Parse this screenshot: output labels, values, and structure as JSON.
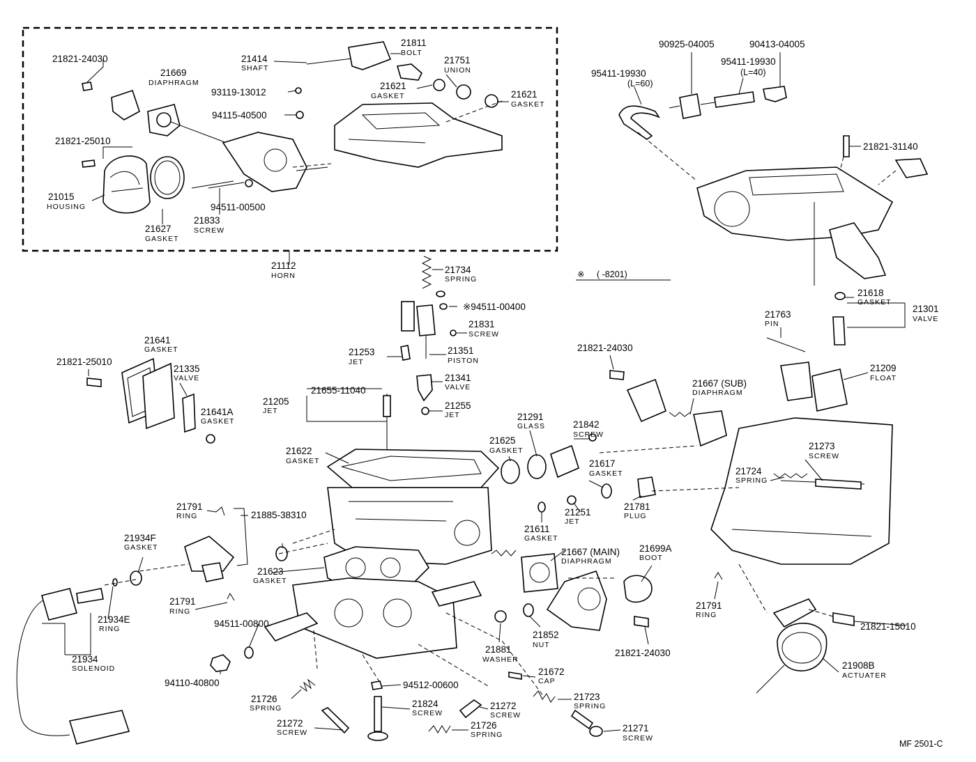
{
  "figure_code": "MF 2501-C",
  "note": {
    "symbol": "※",
    "text": "(      -8201)"
  },
  "callouts": [
    {
      "id": "c1",
      "number": "21821-24030",
      "name": ""
    },
    {
      "id": "c2",
      "number": "21669",
      "name": "DIAPHRAGM"
    },
    {
      "id": "c3",
      "number": "21414",
      "name": "SHAFT"
    },
    {
      "id": "c4",
      "number": "21811",
      "name": "BOLT"
    },
    {
      "id": "c5",
      "number": "21751",
      "name": "UNION"
    },
    {
      "id": "c6",
      "number": "93119-13012",
      "name": ""
    },
    {
      "id": "c7",
      "number": "21621",
      "name": "GASKET"
    },
    {
      "id": "c8",
      "number": "21621",
      "name": "GASKET"
    },
    {
      "id": "c9",
      "number": "94115-40500",
      "name": ""
    },
    {
      "id": "c10",
      "number": "21821-25010",
      "name": ""
    },
    {
      "id": "c11",
      "number": "21015",
      "name": "HOUSING"
    },
    {
      "id": "c12",
      "number": "94511-00500",
      "name": ""
    },
    {
      "id": "c13",
      "number": "21627",
      "name": "GASKET"
    },
    {
      "id": "c14",
      "number": "21833",
      "name": "SCREW"
    },
    {
      "id": "c15",
      "number": "21112",
      "name": "HORN"
    },
    {
      "id": "c16",
      "number": "90925-04005",
      "name": ""
    },
    {
      "id": "c17",
      "number": "90413-04005",
      "name": ""
    },
    {
      "id": "c18",
      "number": "95411-19930",
      "name": "(L=60)"
    },
    {
      "id": "c19",
      "number": "95411-19930",
      "name": "(L=40)"
    },
    {
      "id": "c20",
      "number": "21821-31140",
      "name": ""
    },
    {
      "id": "c21",
      "number": "21734",
      "name": "SPRING"
    },
    {
      "id": "c22",
      "number": "※94511-00400",
      "name": ""
    },
    {
      "id": "c23",
      "number": "21831",
      "name": "SCREW"
    },
    {
      "id": "c24",
      "number": "21253",
      "name": "JET"
    },
    {
      "id": "c25",
      "number": "21351",
      "name": "PISTON"
    },
    {
      "id": "c26",
      "number": "21341",
      "name": "VALVE"
    },
    {
      "id": "c27",
      "number": "21255",
      "name": "JET"
    },
    {
      "id": "c28",
      "number": "21641",
      "name": "GASKET"
    },
    {
      "id": "c29",
      "number": "21821-25010",
      "name": ""
    },
    {
      "id": "c30",
      "number": "21335",
      "name": "VALVE"
    },
    {
      "id": "c31",
      "number": "21641A",
      "name": "GASKET"
    },
    {
      "id": "c32",
      "number": "21205",
      "name": "JET"
    },
    {
      "id": "c33",
      "number": "21655-11040",
      "name": ""
    },
    {
      "id": "c34",
      "number": "21622",
      "name": "GASKET"
    },
    {
      "id": "c35",
      "number": "21618",
      "name": "GASKET"
    },
    {
      "id": "c36",
      "number": "21301",
      "name": "VALVE"
    },
    {
      "id": "c37",
      "number": "21763",
      "name": "PIN"
    },
    {
      "id": "c38",
      "number": "21821-24030",
      "name": ""
    },
    {
      "id": "c39",
      "number": "21209",
      "name": "FLOAT"
    },
    {
      "id": "c40",
      "number": "21667 (SUB)",
      "name": "DIAPHRAGM"
    },
    {
      "id": "c41",
      "number": "21291",
      "name": "GLASS"
    },
    {
      "id": "c42",
      "number": "21842",
      "name": "SCREW"
    },
    {
      "id": "c43",
      "number": "21625",
      "name": "GASKET"
    },
    {
      "id": "c44",
      "number": "21617",
      "name": "GASKET"
    },
    {
      "id": "c45",
      "number": "21273",
      "name": "SCREW"
    },
    {
      "id": "c46",
      "number": "21724",
      "name": "SPRING"
    },
    {
      "id": "c47",
      "number": "21781",
      "name": "PLUG"
    },
    {
      "id": "c48",
      "number": "21251",
      "name": "JET"
    },
    {
      "id": "c49",
      "number": "21611",
      "name": "GASKET"
    },
    {
      "id": "c50",
      "number": "21791",
      "name": "RING"
    },
    {
      "id": "c51",
      "number": "21885-38310",
      "name": ""
    },
    {
      "id": "c52",
      "number": "21934F",
      "name": "GASKET"
    },
    {
      "id": "c53",
      "number": "21667 (MAIN)",
      "name": "DIAPHRAGM"
    },
    {
      "id": "c54",
      "number": "21699A",
      "name": "BOOT"
    },
    {
      "id": "c55",
      "number": "21623",
      "name": "GASKET"
    },
    {
      "id": "c56",
      "number": "21791",
      "name": "RING"
    },
    {
      "id": "c57",
      "number": "21791",
      "name": "RING"
    },
    {
      "id": "c58",
      "number": "94511-00800",
      "name": ""
    },
    {
      "id": "c59",
      "number": "21934E",
      "name": "RING"
    },
    {
      "id": "c60",
      "number": "21934",
      "name": "SOLENOID"
    },
    {
      "id": "c61",
      "number": "21852",
      "name": "NUT"
    },
    {
      "id": "c62",
      "number": "21881",
      "name": "WASHER"
    },
    {
      "id": "c63",
      "number": "21821-24030",
      "name": ""
    },
    {
      "id": "c64",
      "number": "21821-15010",
      "name": ""
    },
    {
      "id": "c65",
      "number": "21672",
      "name": "CAP"
    },
    {
      "id": "c66",
      "number": "94110-40800",
      "name": ""
    },
    {
      "id": "c67",
      "number": "94512-00600",
      "name": ""
    },
    {
      "id": "c68",
      "number": "21908B",
      "name": "ACTUATER"
    },
    {
      "id": "c69",
      "number": "21726",
      "name": "SPRING"
    },
    {
      "id": "c70",
      "number": "21824",
      "name": "SCREW"
    },
    {
      "id": "c71",
      "number": "21272",
      "name": "SCREW"
    },
    {
      "id": "c72",
      "number": "21723",
      "name": "SPRING"
    },
    {
      "id": "c73",
      "number": "21272",
      "name": "SCREW"
    },
    {
      "id": "c74",
      "number": "21726",
      "name": "SPRING"
    },
    {
      "id": "c75",
      "number": "21271",
      "name": "SCREW"
    }
  ]
}
